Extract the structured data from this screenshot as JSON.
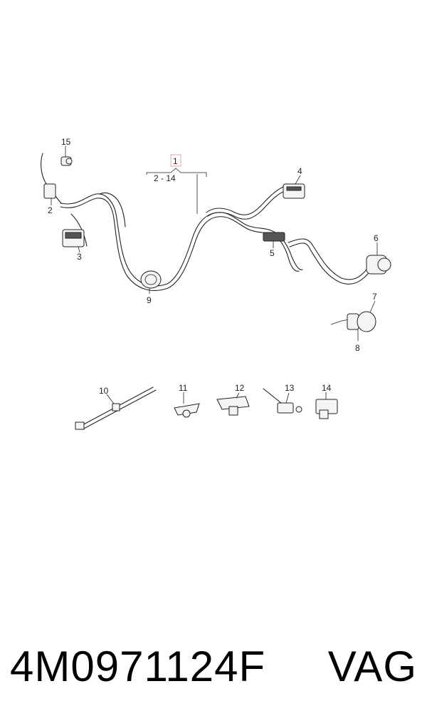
{
  "diagram": {
    "group_label": "1",
    "group_range": "2 - 14",
    "callouts": {
      "c2": "2",
      "c3": "3",
      "c4": "4",
      "c5": "5",
      "c6": "6",
      "c7": "7",
      "c8": "8",
      "c9": "9",
      "c10": "10",
      "c11": "11",
      "c12": "12",
      "c13": "13",
      "c14": "14",
      "c15": "15"
    },
    "colors": {
      "highlight_box": "#e8a0a0",
      "line": "#222222"
    }
  },
  "footer": {
    "part_number": "4M0971124F",
    "brand": "VAG"
  }
}
